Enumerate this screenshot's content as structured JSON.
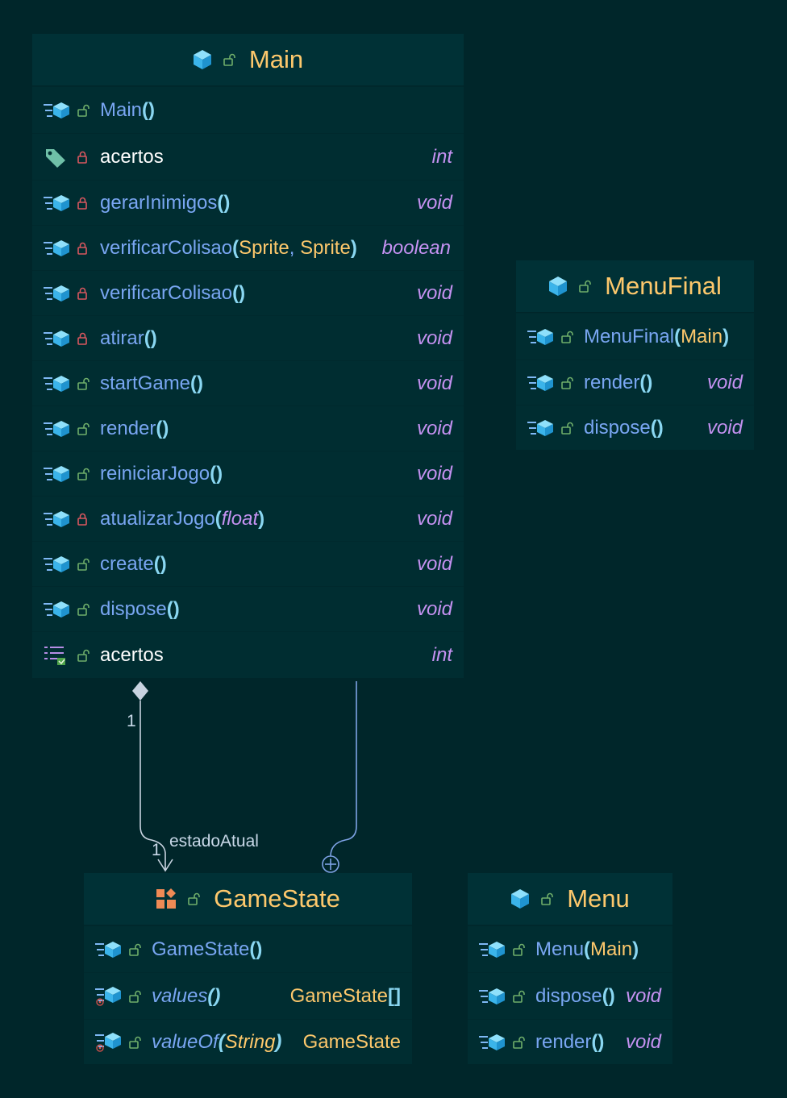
{
  "colors": {
    "background": "#00262a",
    "class_header": "#003136",
    "class_body": "#002d31",
    "title": "#fdc86c",
    "method": "#79a6f2",
    "field": "#ffffff",
    "return_type": "#c592f2",
    "param_type": "#fdc86c",
    "paren": "#8ad7f2",
    "connector": "#7ea3e6",
    "composition": "#c8d3e0",
    "lock_private": "#d9575f",
    "lock_public": "#6fae6a"
  },
  "classes": {
    "main": {
      "title": "Main",
      "members": [
        {
          "icon": "method-icon",
          "vis": "public",
          "name": "Main",
          "params": [],
          "ret": ""
        },
        {
          "icon": "tag-icon",
          "vis": "private",
          "name": "acertos",
          "field": true,
          "ret": "int"
        },
        {
          "icon": "method-icon",
          "vis": "private",
          "name": "gerarInimigos",
          "params": [],
          "ret": "void"
        },
        {
          "icon": "method-icon",
          "vis": "private",
          "name": "verificarColisao",
          "params": [
            "Sprite",
            "Sprite"
          ],
          "ret": "boolean"
        },
        {
          "icon": "method-icon",
          "vis": "private",
          "name": "verificarColisao",
          "params": [],
          "ret": "void"
        },
        {
          "icon": "method-icon",
          "vis": "private",
          "name": "atirar",
          "params": [],
          "ret": "void"
        },
        {
          "icon": "method-icon",
          "vis": "public",
          "name": "startGame",
          "params": [],
          "ret": "void"
        },
        {
          "icon": "method-icon",
          "vis": "public",
          "name": "render",
          "params": [],
          "ret": "void"
        },
        {
          "icon": "method-icon",
          "vis": "public",
          "name": "reiniciarJogo",
          "params": [],
          "ret": "void"
        },
        {
          "icon": "method-icon",
          "vis": "private",
          "name": "atualizarJogo",
          "params": [
            "float"
          ],
          "primitive_params": true,
          "ret": "void"
        },
        {
          "icon": "method-icon",
          "vis": "public",
          "name": "create",
          "params": [],
          "ret": "void"
        },
        {
          "icon": "method-icon",
          "vis": "public",
          "name": "dispose",
          "params": [],
          "ret": "void"
        },
        {
          "icon": "property-icon",
          "vis": "public",
          "name": "acertos",
          "field": true,
          "ret": "int"
        }
      ]
    },
    "menufinal": {
      "title": "MenuFinal",
      "members": [
        {
          "icon": "method-icon",
          "vis": "public",
          "name": "MenuFinal",
          "params": [
            "Main"
          ],
          "ret": ""
        },
        {
          "icon": "method-icon",
          "vis": "public",
          "name": "render",
          "params": [],
          "ret": "void"
        },
        {
          "icon": "method-icon",
          "vis": "public",
          "name": "dispose",
          "params": [],
          "ret": "void"
        }
      ]
    },
    "gamestate": {
      "title": "GameState",
      "members": [
        {
          "icon": "method-icon",
          "vis": "public",
          "name": "GameState",
          "params": [],
          "ret": ""
        },
        {
          "icon": "static-method-icon",
          "vis": "public",
          "name": "values",
          "italic": true,
          "params": [],
          "ret": "GameState",
          "ret_array": true
        },
        {
          "icon": "static-method-icon",
          "vis": "public",
          "name": "valueOf",
          "italic": true,
          "params": [
            "String"
          ],
          "ret": "GameState"
        }
      ]
    },
    "menu": {
      "title": "Menu",
      "members": [
        {
          "icon": "method-icon",
          "vis": "public",
          "name": "Menu",
          "params": [
            "Main"
          ],
          "ret": ""
        },
        {
          "icon": "method-icon",
          "vis": "public",
          "name": "dispose",
          "params": [],
          "ret": "void"
        },
        {
          "icon": "method-icon",
          "vis": "public",
          "name": "render",
          "params": [],
          "ret": "void"
        }
      ]
    }
  },
  "relations": {
    "composition_source_multiplicity": "1",
    "composition_target_multiplicity": "1",
    "composition_role": "estadoAtual"
  }
}
